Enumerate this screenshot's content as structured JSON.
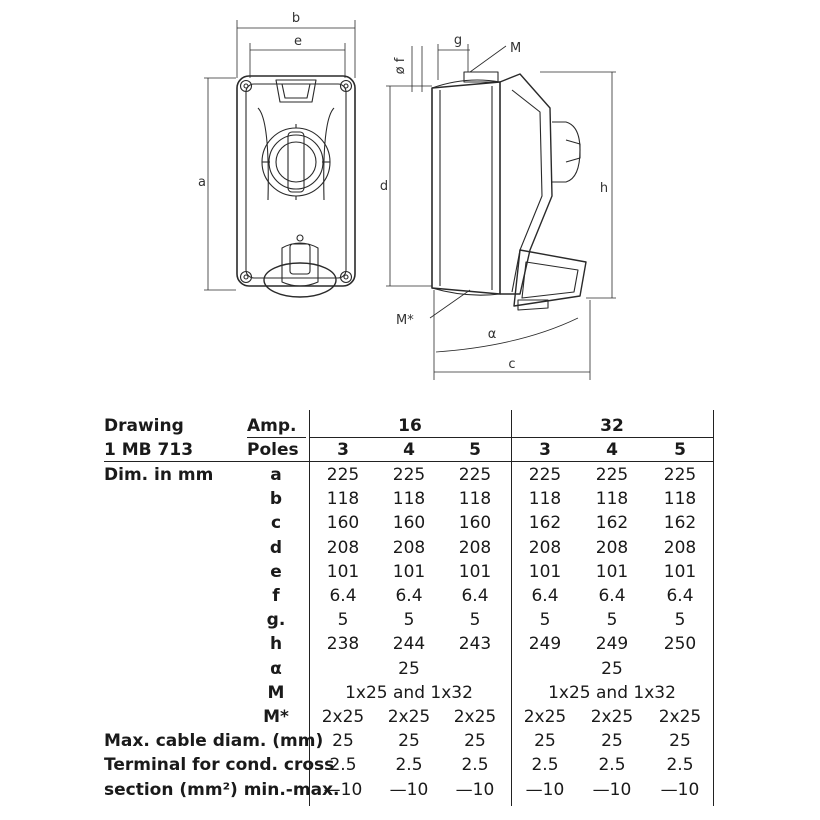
{
  "drawing": {
    "dim_labels": {
      "b": "b",
      "e": "e",
      "a": "a",
      "d": "d",
      "h": "h",
      "c": "c",
      "f": "ø f",
      "g": "g",
      "M": "M",
      "Mstar": "M*",
      "alpha": "α"
    }
  },
  "table": {
    "header": {
      "drawing_line1": "Drawing",
      "drawing_line2": "1 MB 713",
      "amp_label": "Amp.",
      "poles_label": "Poles",
      "dim_label": "Dim. in mm",
      "amp_16": "16",
      "amp_32": "32",
      "poles": [
        "3",
        "4",
        "5",
        "3",
        "4",
        "5"
      ]
    },
    "rows": [
      {
        "label": "a",
        "values": [
          "225",
          "225",
          "225",
          "225",
          "225",
          "225"
        ]
      },
      {
        "label": "b",
        "values": [
          "118",
          "118",
          "118",
          "118",
          "118",
          "118"
        ]
      },
      {
        "label": "c",
        "values": [
          "160",
          "160",
          "160",
          "162",
          "162",
          "162"
        ]
      },
      {
        "label": "d",
        "values": [
          "208",
          "208",
          "208",
          "208",
          "208",
          "208"
        ]
      },
      {
        "label": "e",
        "values": [
          "101",
          "101",
          "101",
          "101",
          "101",
          "101"
        ]
      },
      {
        "label": "f",
        "values": [
          "6.4",
          "6.4",
          "6.4",
          "6.4",
          "6.4",
          "6.4"
        ]
      },
      {
        "label": "g.",
        "values": [
          "5",
          "5",
          "5",
          "5",
          "5",
          "5"
        ]
      },
      {
        "label": "h",
        "values": [
          "238",
          "244",
          "243",
          "249",
          "249",
          "250"
        ]
      },
      {
        "label": "α",
        "merged": [
          "25",
          "25"
        ]
      },
      {
        "label": "M",
        "merged": [
          "1x25 and 1x32",
          "1x25 and 1x32"
        ]
      },
      {
        "label": "M*",
        "values": [
          "2x25",
          "2x25",
          "2x25",
          "2x25",
          "2x25",
          "2x25"
        ]
      },
      {
        "label": "",
        "left_label": "Max. cable diam. (mm)",
        "values": [
          "25",
          "25",
          "25",
          "25",
          "25",
          "25"
        ]
      },
      {
        "label": "",
        "left_label": "Terminal for cond. cross",
        "values": [
          "2.5",
          "2.5",
          "2.5",
          "2.5",
          "2.5",
          "2.5"
        ]
      },
      {
        "label": "",
        "left_label": "section (mm²) min.-max.",
        "values": [
          "—10",
          "—10",
          "—10",
          "—10",
          "—10",
          "—10"
        ]
      }
    ]
  }
}
